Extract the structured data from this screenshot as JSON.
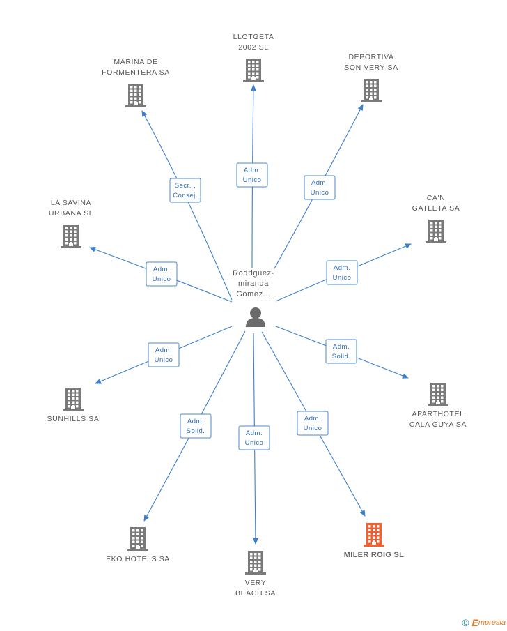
{
  "center": {
    "label_lines": [
      "Rodriguez-",
      "miranda",
      "Gomez..."
    ]
  },
  "colors": {
    "edge": "#3d7fcc",
    "building": "#7a7a7a",
    "highlight": "#f06030",
    "person": "#6a6a6a"
  },
  "nodes": [
    {
      "id": "marina",
      "label_lines": [
        "MARINA DE",
        "FORMENTERA SA"
      ],
      "highlight": false
    },
    {
      "id": "llotgeta",
      "label_lines": [
        "LLOTGETA",
        "2002 SL"
      ],
      "highlight": false
    },
    {
      "id": "deportiva",
      "label_lines": [
        "DEPORTIVA",
        "SON VERY SA"
      ],
      "highlight": false
    },
    {
      "id": "lasavina",
      "label_lines": [
        "LA SAVINA",
        "URBANA SL"
      ],
      "highlight": false
    },
    {
      "id": "canGatleta",
      "label_lines": [
        "CA'N",
        "GATLETA SA"
      ],
      "highlight": false
    },
    {
      "id": "sunhills",
      "label_lines": [
        "SUNHILLS SA"
      ],
      "highlight": false
    },
    {
      "id": "aparthotel",
      "label_lines": [
        "APARTHOTEL",
        "CALA GUYA SA"
      ],
      "highlight": false
    },
    {
      "id": "eko",
      "label_lines": [
        "EKO HOTELS SA"
      ],
      "highlight": false
    },
    {
      "id": "very",
      "label_lines": [
        "VERY",
        "BEACH SA"
      ],
      "highlight": false
    },
    {
      "id": "miler",
      "label_lines": [
        "MILER ROIG SL"
      ],
      "highlight": true
    }
  ],
  "edges": [
    {
      "to": "marina",
      "label_lines": [
        "Secr. ,",
        "Consej."
      ]
    },
    {
      "to": "llotgeta",
      "label_lines": [
        "Adm.",
        "Unico"
      ]
    },
    {
      "to": "deportiva",
      "label_lines": [
        "Adm.",
        "Unico"
      ]
    },
    {
      "to": "lasavina",
      "label_lines": [
        "Adm.",
        "Unico"
      ]
    },
    {
      "to": "canGatleta",
      "label_lines": [
        "Adm.",
        "Unico"
      ]
    },
    {
      "to": "sunhills",
      "label_lines": [
        "Adm.",
        "Unico"
      ]
    },
    {
      "to": "aparthotel",
      "label_lines": [
        "Adm.",
        "Solid."
      ]
    },
    {
      "to": "eko",
      "label_lines": [
        "Adm.",
        "Solid."
      ]
    },
    {
      "to": "very",
      "label_lines": [
        "Adm.",
        "Unico"
      ]
    },
    {
      "to": "miler",
      "label_lines": [
        "Adm.",
        "Unico"
      ]
    }
  ],
  "footer": {
    "copyright": "©",
    "brand_initial": "E",
    "brand_rest": "mpresia"
  }
}
